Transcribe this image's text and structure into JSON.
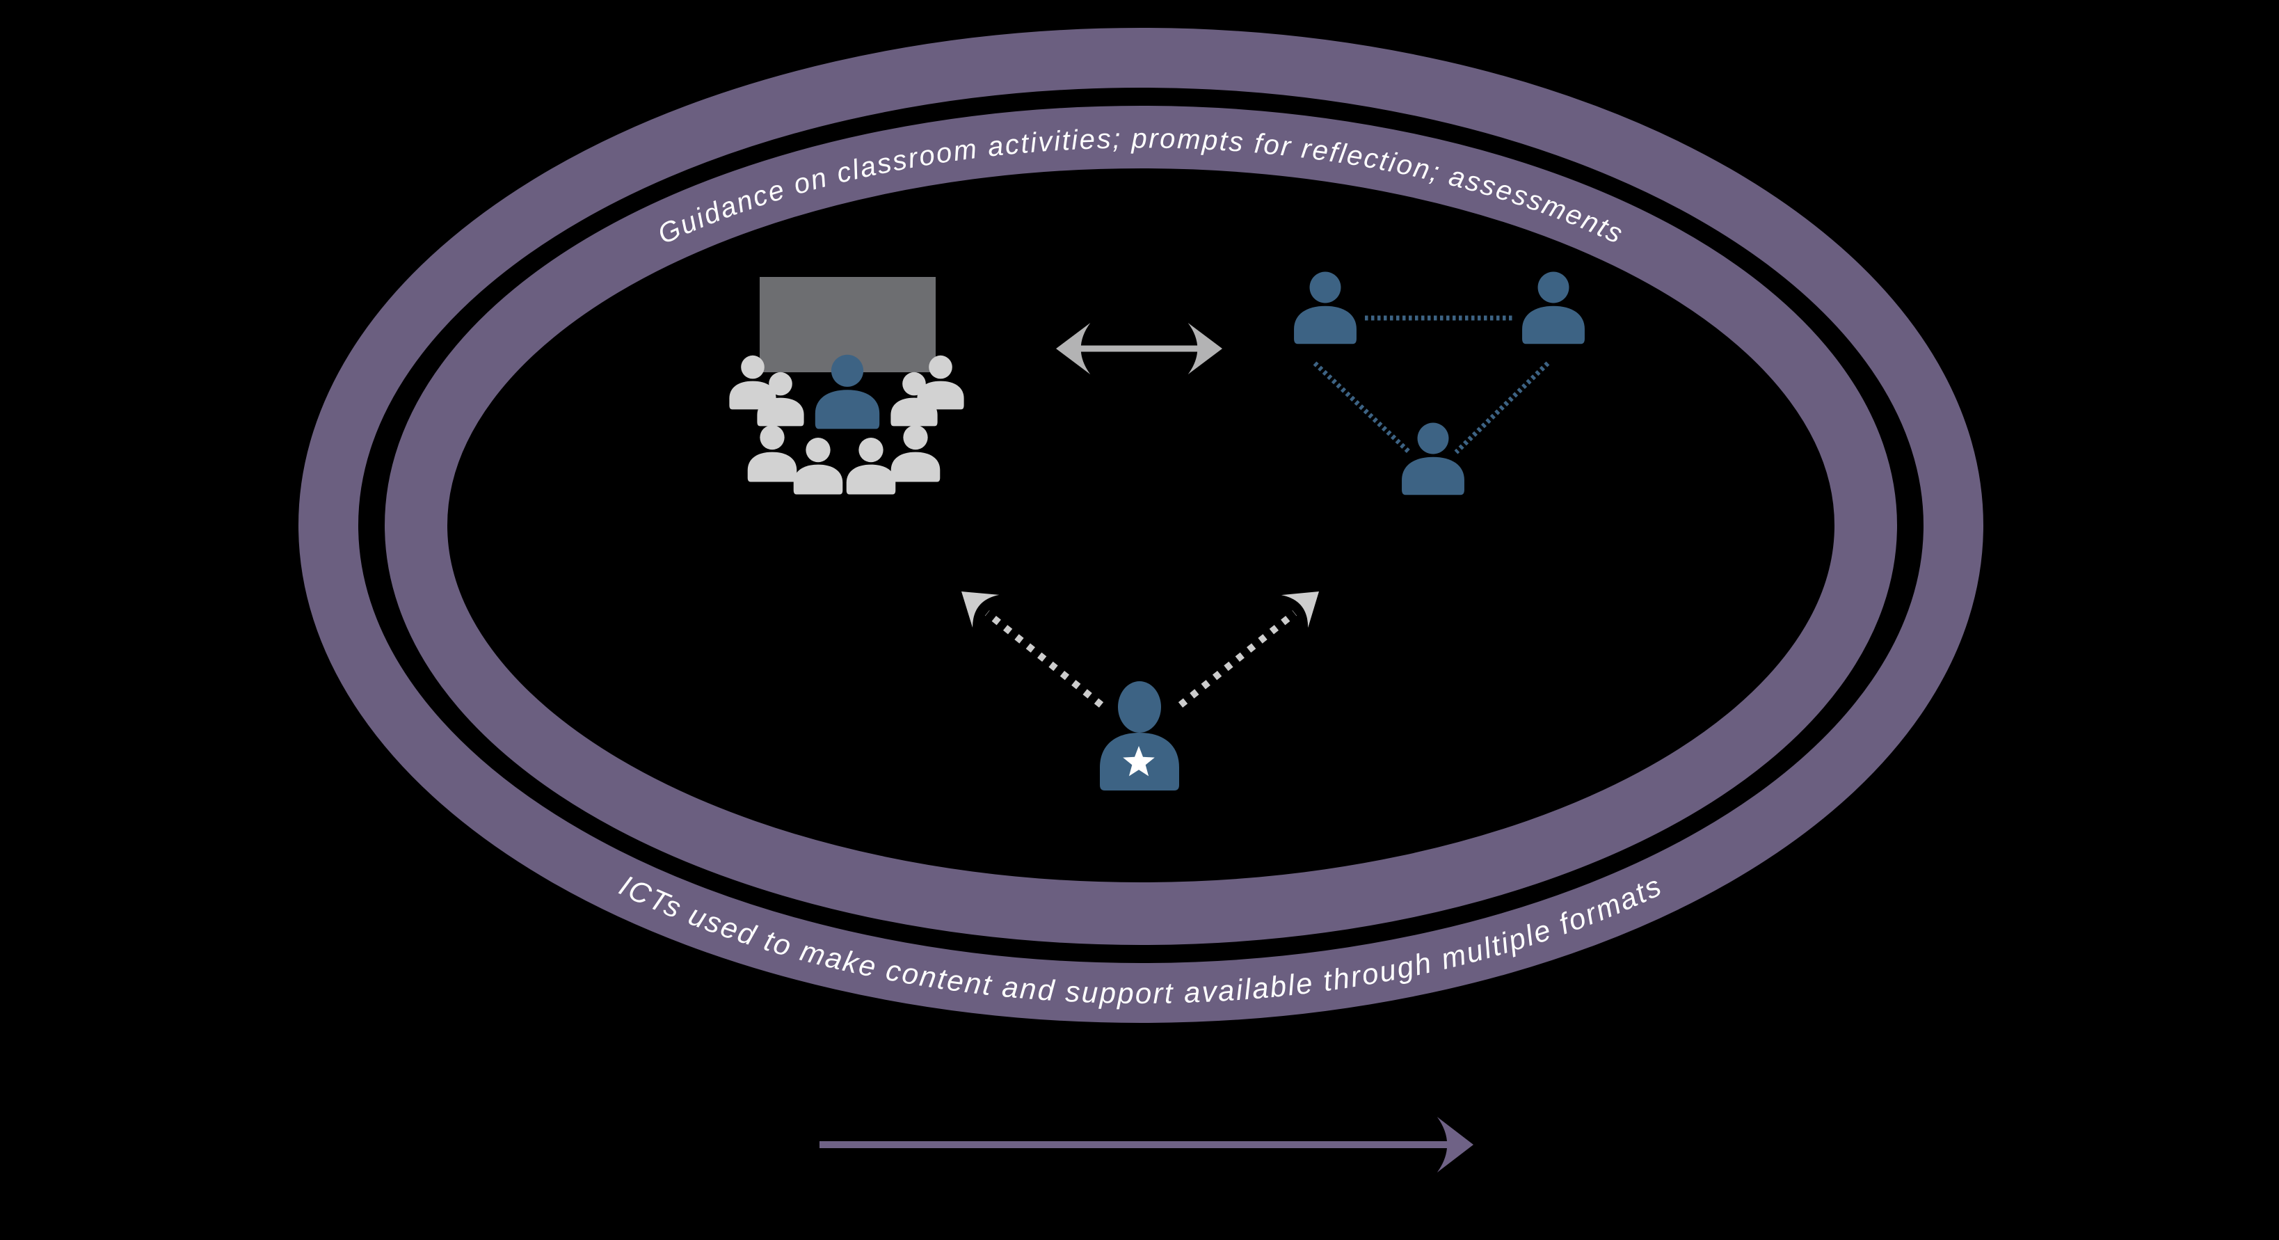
{
  "background_color": "#000000",
  "rings": {
    "inner_label": "Guidance on classroom activities; prompts for reflection; assessments",
    "outer_label": "ICTs used to make content and support available through multiple formats",
    "ring_color": "#6b5f80",
    "label_color": "#ffffff"
  },
  "icons": {
    "classroom_group": "classroom-audience-with-screen",
    "two_way_arrow": "two-way-horizontal-arrow",
    "peer_group": "three-person-dotted-network",
    "facilitator": "person-with-star",
    "bottom_arrow": "right-pointing-arrow"
  },
  "colors": {
    "ring_purple": "#6b5f80",
    "arrow_purple": "#6f6286",
    "person_blue": "#3d6384",
    "person_gray": "#d2d2d2",
    "screen_gray": "#6d6e71",
    "arrow_gray": "#b3b3b4",
    "dotted_gray": "#cdcdcd",
    "label_white": "#ffffff"
  }
}
